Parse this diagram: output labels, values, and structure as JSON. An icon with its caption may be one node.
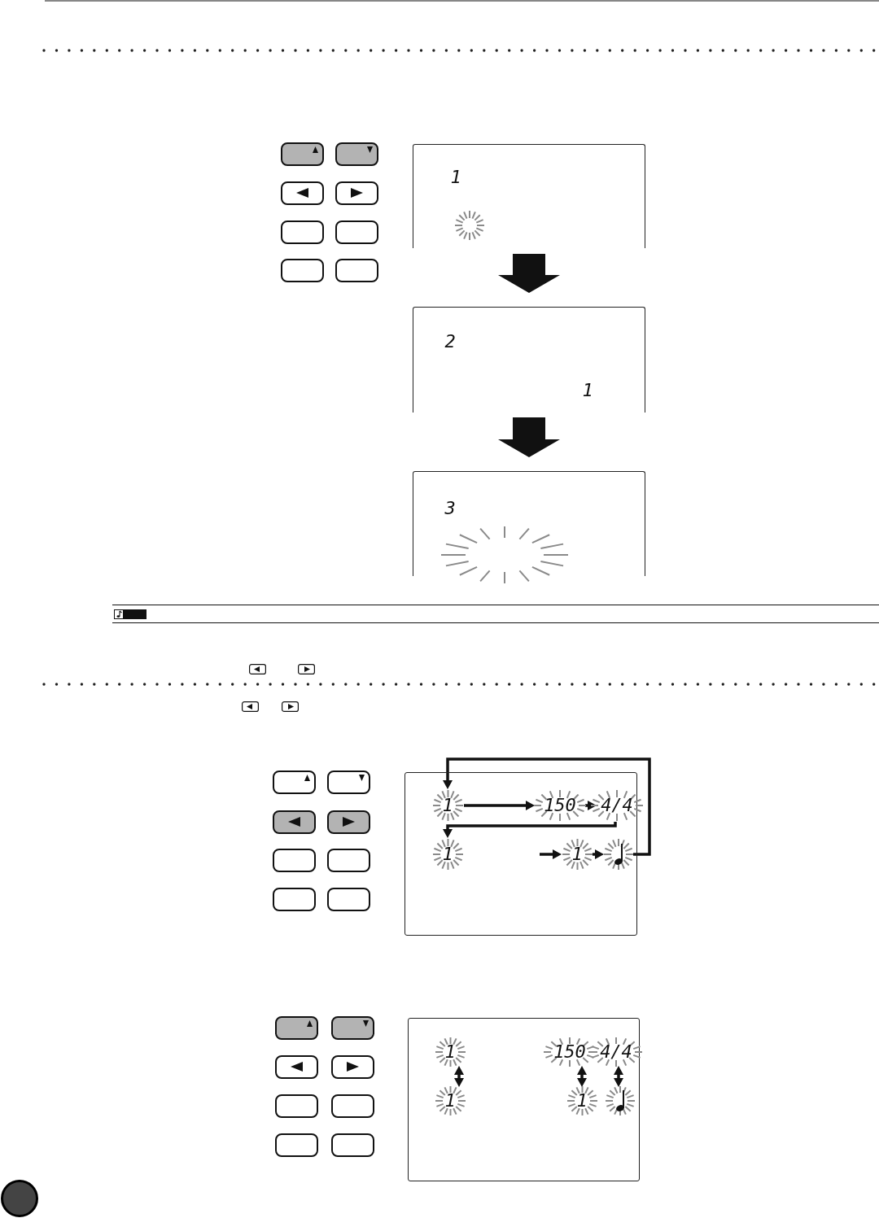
{
  "diagram": {
    "nodes": [
      {
        "text": [
          "1"
        ]
      },
      {
        "text": [
          "2",
          "1"
        ]
      },
      {
        "text": [
          "3"
        ]
      },
      {
        "text": [],
        "shape": "box"
      },
      {
        "text": [
          "1"
        ],
        "in": 3
      },
      {
        "text": [
          "150"
        ],
        "in": 3
      },
      {
        "text": [
          "4/4"
        ],
        "in": 3
      },
      {
        "text": [
          "1"
        ],
        "in": 3
      },
      {
        "text": [
          "1"
        ],
        "in": 3
      },
      {
        "text": [],
        "shape": "picture",
        "in": 3
      },
      {
        "text": [],
        "shape": "box"
      },
      {
        "text": [
          "1"
        ],
        "in": 10
      },
      {
        "text": [
          "150"
        ],
        "in": 10
      },
      {
        "text": [
          "4/4"
        ],
        "in": 10
      },
      {
        "text": [
          "1"
        ],
        "in": 10
      },
      {
        "text": [
          "1"
        ],
        "in": 10
      },
      {
        "text": [],
        "shape": "picture",
        "in": 10
      }
    ],
    "edges": [
      {
        "from": 0,
        "to": 1,
        "arrow": "to",
        "style": "thick"
      },
      {
        "from": 1,
        "to": 2,
        "arrow": "to",
        "style": "thick"
      },
      {
        "from": 4,
        "to": 5,
        "arrow": "to"
      },
      {
        "from": 5,
        "to": 6,
        "arrow": "to"
      },
      {
        "from": 6,
        "to": 7,
        "arrow": "to"
      },
      {
        "from": null,
        "to": 8,
        "arrow": "to"
      },
      {
        "from": 8,
        "to": 9,
        "arrow": "to"
      },
      {
        "from": 9,
        "to": 4,
        "arrow": "to"
      },
      {
        "from": 11,
        "to": 14,
        "arrow": "both"
      },
      {
        "from": 12,
        "to": 15,
        "arrow": "both"
      },
      {
        "from": 13,
        "to": 16,
        "arrow": "both"
      }
    ]
  }
}
